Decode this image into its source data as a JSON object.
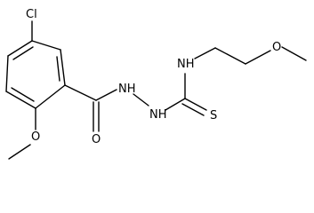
{
  "molecule": {
    "atoms": {
      "cl": "Cl",
      "o_methoxy_ring": "O",
      "o_carbonyl": "O",
      "nh_hydrazide_1": "NH",
      "nh_hydrazide_2": "NH",
      "nh_amine": "NH",
      "s_thione": "S",
      "o_methoxy_chain": "O"
    }
  }
}
